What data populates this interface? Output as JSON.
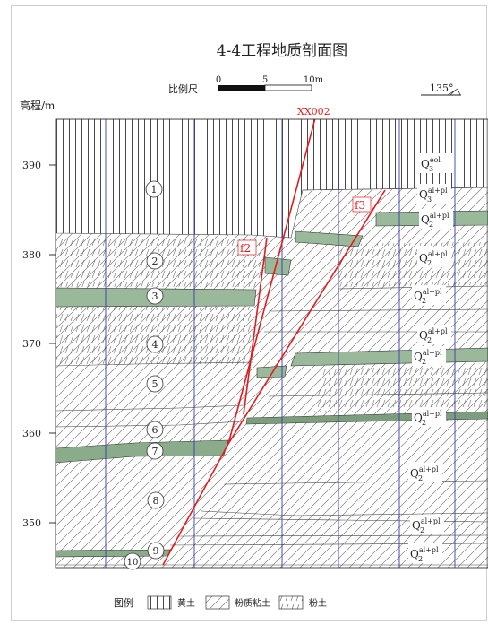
{
  "title": "4-4工程地质剖面图",
  "scale_bar": {
    "label": "比例尺",
    "ticks": [
      "0",
      "5",
      "10m"
    ]
  },
  "bearing": "135°",
  "y_axis": {
    "label": "高程/m",
    "ticks": [
      "390",
      "380",
      "370",
      "360",
      "350"
    ]
  },
  "borehole": "XX002",
  "faults": [
    "f2",
    "f3"
  ],
  "layer_numbers": [
    "1",
    "2",
    "3",
    "4",
    "5",
    "6",
    "7",
    "8",
    "9",
    "10"
  ],
  "strata_labels": [
    {
      "base": "Q",
      "sup": "eol",
      "sub": "3"
    },
    {
      "base": "Q",
      "sup": "al+pl",
      "sub": "3"
    },
    {
      "base": "Q",
      "sup": "al+pl",
      "sub": "2"
    },
    {
      "base": "Q",
      "sup": "al+pl",
      "sub": "2"
    },
    {
      "base": "Q",
      "sup": "al+pl",
      "sub": "2"
    },
    {
      "base": "Q",
      "sup": "al+pl",
      "sub": "2"
    },
    {
      "base": "Q",
      "sup": "al+pl",
      "sub": "2"
    },
    {
      "base": "Q",
      "sup": "al+pl",
      "sub": "2"
    },
    {
      "base": "Q",
      "sup": "al+pl",
      "sub": "2"
    },
    {
      "base": "Q",
      "sup": "al+pl",
      "sub": "2"
    },
    {
      "base": "Q",
      "sup": "al+pl",
      "sub": "2"
    }
  ],
  "legend": {
    "title": "图例",
    "items": [
      {
        "label": "黄土",
        "pattern": "vertical-lines"
      },
      {
        "label": "粉质粘土",
        "pattern": "diagonal-lines"
      },
      {
        "label": "粉土",
        "pattern": "dense-diagonal"
      }
    ]
  },
  "colors": {
    "fault": "#e41a1c",
    "grid": "#3a3ab0",
    "sand_band": "#9ab89a",
    "ink": "#222222"
  }
}
